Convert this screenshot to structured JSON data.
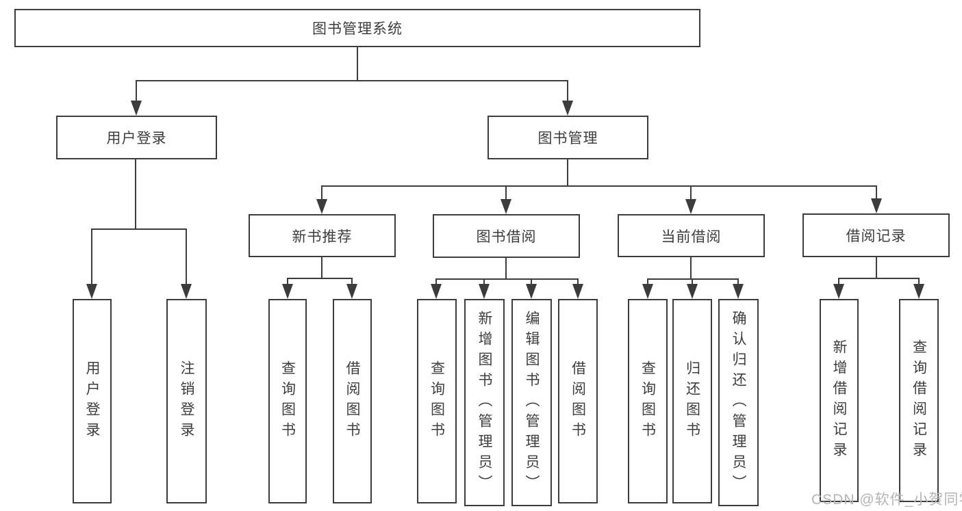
{
  "diagram": {
    "type": "hierarchy-tree",
    "title": "图书管理系统",
    "background_color": "#ffffff",
    "line_color": "#3c3c3c",
    "box_border_color": "#3b3b3b",
    "text_color": "#3d3d3d"
  },
  "nodes": {
    "root": {
      "label": "图书管理系统"
    },
    "login": {
      "label": "用户登录"
    },
    "bookMgmt": {
      "label": "图书管理"
    },
    "loginUser": {
      "label": "用户登录"
    },
    "loginLogout": {
      "label": "注销登录"
    },
    "newBook": {
      "label": "新书推荐"
    },
    "borrow": {
      "label": "图书借阅"
    },
    "current": {
      "label": "当前借阅"
    },
    "records": {
      "label": "借阅记录"
    },
    "newBookQuery": {
      "label": "查询图书"
    },
    "newBookBorrow": {
      "label": "借阅图书"
    },
    "borrowQuery": {
      "label": "查询图书"
    },
    "borrowAdd": {
      "label": "新增图书（管理员）"
    },
    "borrowEdit": {
      "label": "编辑图书（管理员）"
    },
    "borrowBorrow": {
      "label": "借阅图书"
    },
    "currentQuery": {
      "label": "查询图书"
    },
    "currentReturn": {
      "label": "归还图书"
    },
    "currentConfirm": {
      "label": "确认归还（管理员）"
    },
    "recordsAdd": {
      "label": "新增借阅记录"
    },
    "recordsQuery": {
      "label": "查询借阅记录"
    }
  },
  "edges": [
    {
      "from": "root",
      "to": "login"
    },
    {
      "from": "root",
      "to": "bookMgmt"
    },
    {
      "from": "login",
      "to": "loginUser"
    },
    {
      "from": "login",
      "to": "loginLogout"
    },
    {
      "from": "bookMgmt",
      "to": "newBook"
    },
    {
      "from": "bookMgmt",
      "to": "borrow"
    },
    {
      "from": "bookMgmt",
      "to": "current"
    },
    {
      "from": "bookMgmt",
      "to": "records"
    },
    {
      "from": "newBook",
      "to": "newBookQuery"
    },
    {
      "from": "newBook",
      "to": "newBookBorrow"
    },
    {
      "from": "borrow",
      "to": "borrowQuery"
    },
    {
      "from": "borrow",
      "to": "borrowAdd"
    },
    {
      "from": "borrow",
      "to": "borrowEdit"
    },
    {
      "from": "borrow",
      "to": "borrowBorrow"
    },
    {
      "from": "current",
      "to": "currentQuery"
    },
    {
      "from": "current",
      "to": "currentReturn"
    },
    {
      "from": "current",
      "to": "currentConfirm"
    },
    {
      "from": "records",
      "to": "recordsAdd"
    },
    {
      "from": "records",
      "to": "recordsQuery"
    }
  ],
  "watermark": {
    "text": "CSDN @软件_小贺同学",
    "color": "#b4b4b4"
  }
}
